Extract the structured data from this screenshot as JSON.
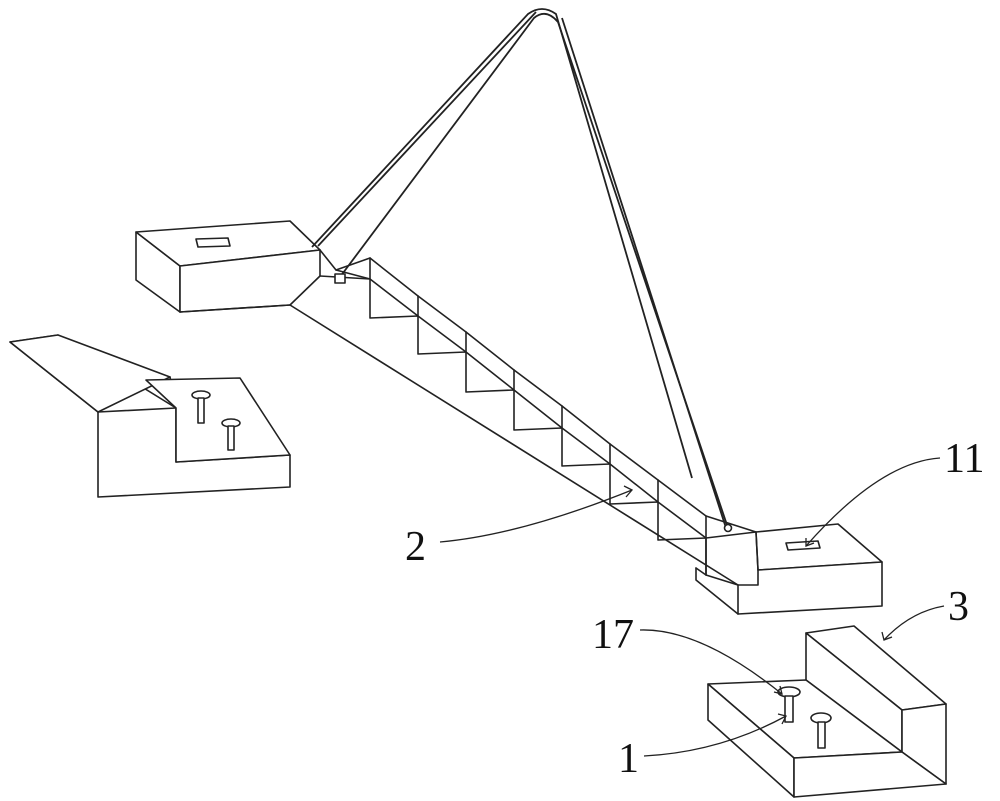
{
  "callouts": {
    "c1": "1",
    "c2": "2",
    "c3": "3",
    "c11": "11",
    "c17": "17"
  }
}
